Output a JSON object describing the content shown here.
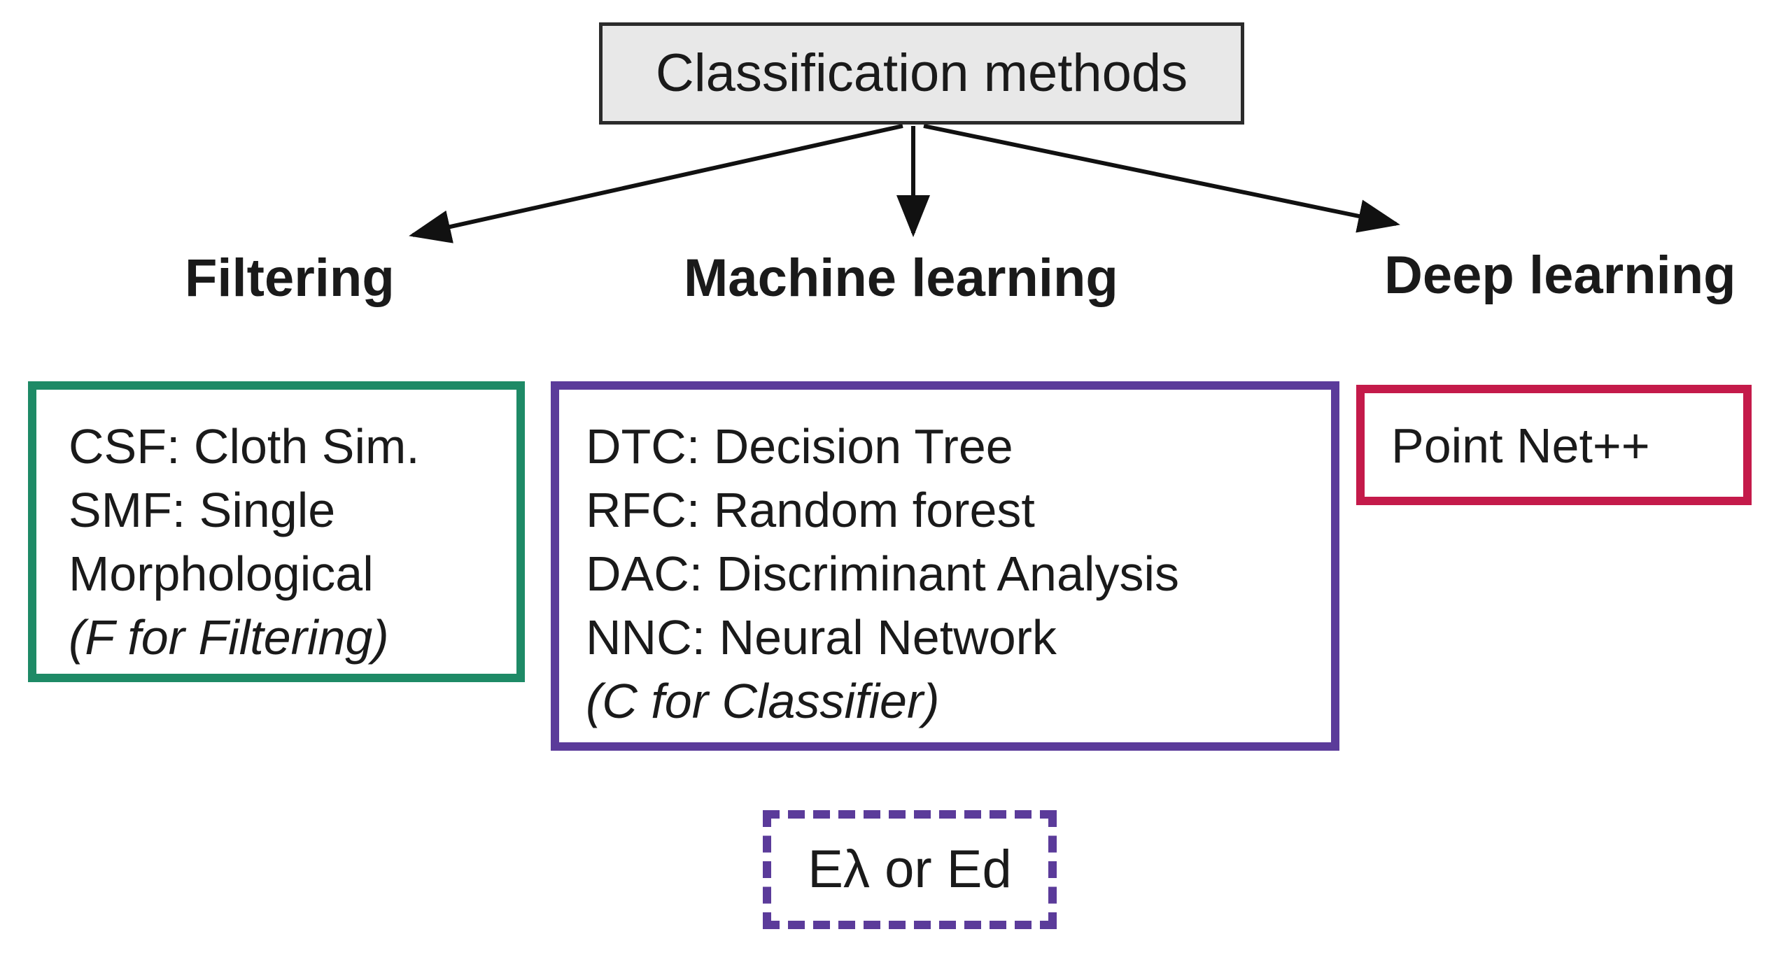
{
  "root": {
    "label": "Classification methods"
  },
  "categories": {
    "filtering": {
      "heading": "Filtering",
      "lines": [
        "CSF: Cloth Sim.",
        "SMF: Single",
        "Morphological"
      ],
      "note": "(F for Filtering)",
      "border_color": "#1e8a66"
    },
    "machine_learning": {
      "heading": "Machine learning",
      "lines": [
        "DTC: Decision Tree",
        "RFC: Random forest",
        "DAC: Discriminant Analysis",
        "NNC: Neural Network"
      ],
      "note": "(C for Classifier)",
      "border_color": "#5b3b9a"
    },
    "deep_learning": {
      "heading": "Deep learning",
      "lines": [
        "Point Net++"
      ],
      "border_color": "#c41a4a"
    }
  },
  "footer_note": {
    "label": "Eλ or Ed",
    "border_style": "dashed",
    "border_color": "#5b3b9a"
  },
  "colors": {
    "root_fill": "#e8e8e8",
    "arrow": "#111111"
  }
}
